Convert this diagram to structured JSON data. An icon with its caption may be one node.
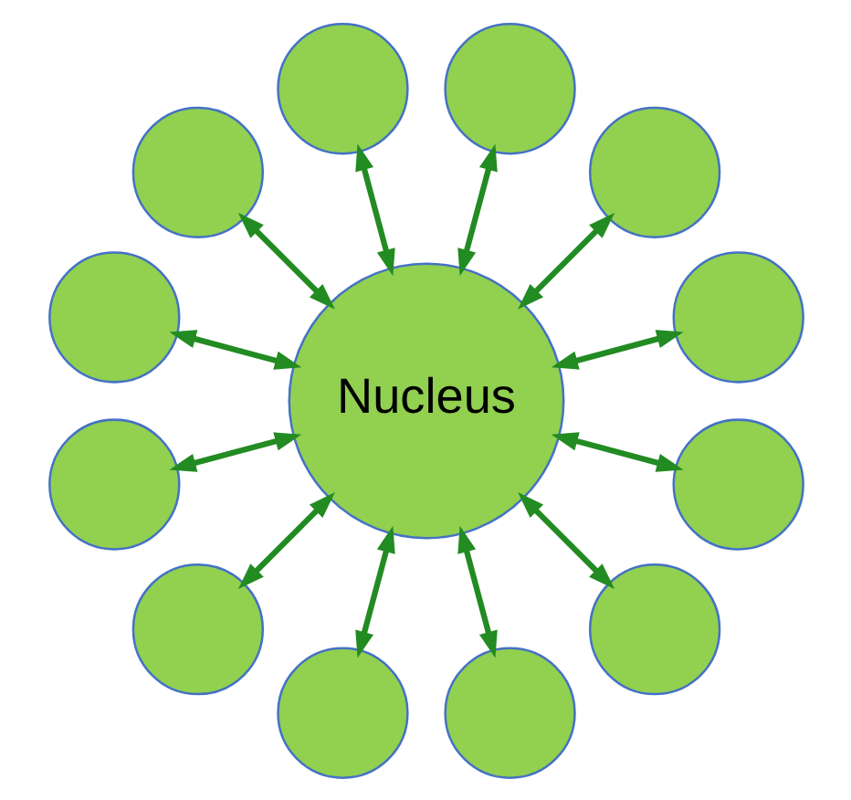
{
  "diagram": {
    "nodes": [
      {
        "text": [
          "Nucleus"
        ]
      },
      {
        "text": [],
        "shape": "circle"
      },
      {
        "text": [],
        "shape": "circle"
      },
      {
        "text": [],
        "shape": "circle"
      },
      {
        "text": [],
        "shape": "circle"
      },
      {
        "text": [],
        "shape": "circle"
      },
      {
        "text": [],
        "shape": "circle"
      },
      {
        "text": [],
        "shape": "circle"
      },
      {
        "text": [],
        "shape": "circle"
      },
      {
        "text": [],
        "shape": "circle"
      },
      {
        "text": [],
        "shape": "circle"
      },
      {
        "text": [],
        "shape": "circle"
      },
      {
        "text": [],
        "shape": "circle"
      }
    ],
    "edges": [
      {
        "from": 0,
        "to": 1,
        "arrow": "both"
      },
      {
        "from": 0,
        "to": 2,
        "arrow": "both"
      },
      {
        "from": 0,
        "to": 3,
        "arrow": "both"
      },
      {
        "from": 0,
        "to": 4,
        "arrow": "both"
      },
      {
        "from": 0,
        "to": 5,
        "arrow": "both"
      },
      {
        "from": 0,
        "to": 6,
        "arrow": "both"
      },
      {
        "from": 0,
        "to": 7,
        "arrow": "both"
      },
      {
        "from": 0,
        "to": 8,
        "arrow": "both"
      },
      {
        "from": 0,
        "to": 9,
        "arrow": "both"
      },
      {
        "from": 0,
        "to": 10,
        "arrow": "both"
      },
      {
        "from": 0,
        "to": 11,
        "arrow": "both"
      },
      {
        "from": 0,
        "to": 12,
        "arrow": "both"
      }
    ]
  }
}
